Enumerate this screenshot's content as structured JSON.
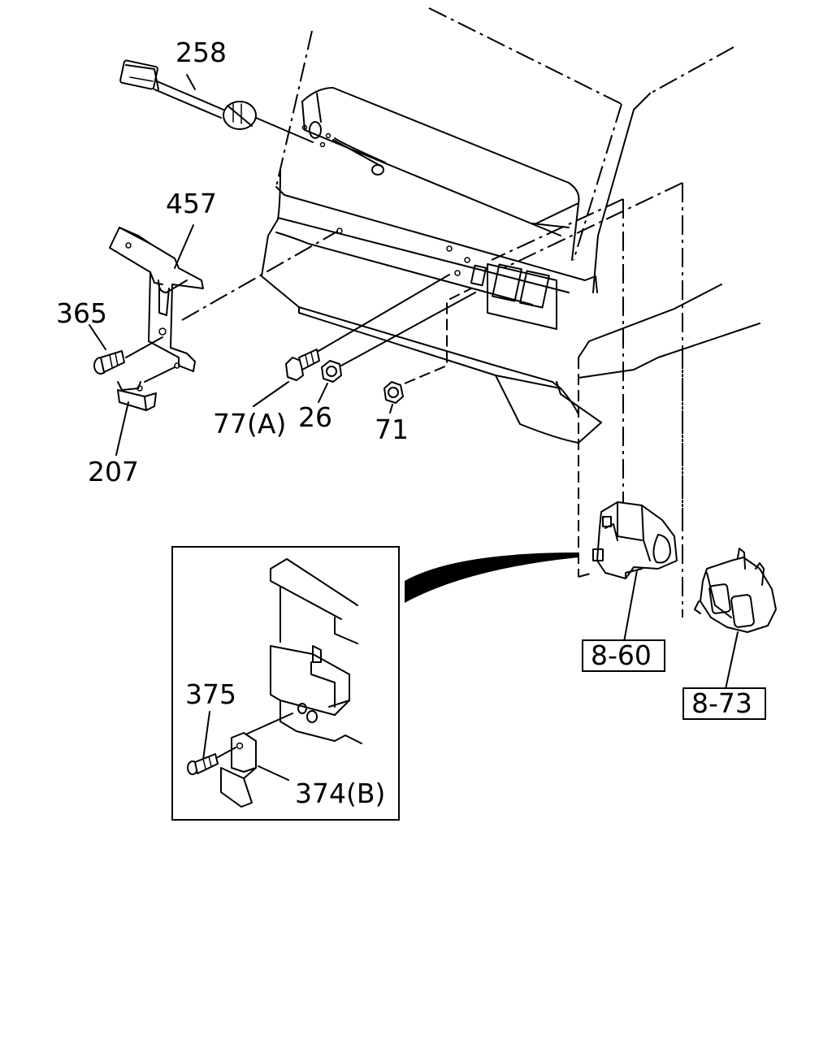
{
  "labels": {
    "p258": "258",
    "p457": "457",
    "p365": "365",
    "p207": "207",
    "p77": "77(A)",
    "p26": "26",
    "p71": "71",
    "p375": "375",
    "p374": "374(B)",
    "ref860": "8-60",
    "ref873": "8-73"
  }
}
